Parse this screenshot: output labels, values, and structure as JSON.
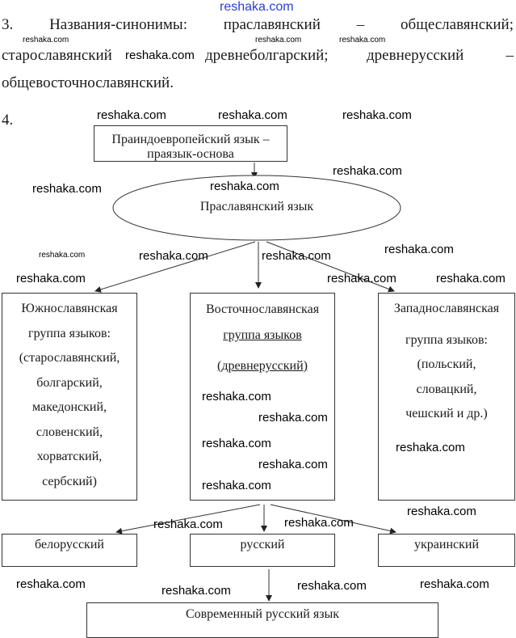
{
  "paragraph3": {
    "number": "3.",
    "words_line1": [
      "Названия-синонимы:",
      "праславянский",
      "–",
      "общеславянский;"
    ],
    "words_line2": [
      "старославянский",
      "древнеболгарский;",
      "древнерусский",
      "–"
    ],
    "line3": "общевосточнославянский."
  },
  "paragraph4": {
    "number": "4."
  },
  "diagram": {
    "root": "Праиндоевропейский язык – праязык-основа",
    "proto": "Праславянский язык",
    "groups": [
      {
        "lines": [
          "Южнославянская",
          "группа языков:",
          "(старославянский,",
          "болгарский,",
          "македонский,",
          "словенский,",
          "хорватский,",
          "сербский)"
        ]
      },
      {
        "lines": [
          "Восточнославянская",
          "группа языков",
          "(древнерусский)"
        ]
      },
      {
        "lines": [
          "Западнославянская",
          "группа языков:",
          "(польский,",
          "словацкий,",
          "чешский и др.)"
        ]
      }
    ],
    "east_languages": [
      "белорусский",
      "русский",
      "украинский"
    ],
    "modern": "Современный русский язык"
  },
  "watermark": "reshaka.com",
  "colors": {
    "watermark_top": "#2a3fd0",
    "line": "#333333"
  }
}
